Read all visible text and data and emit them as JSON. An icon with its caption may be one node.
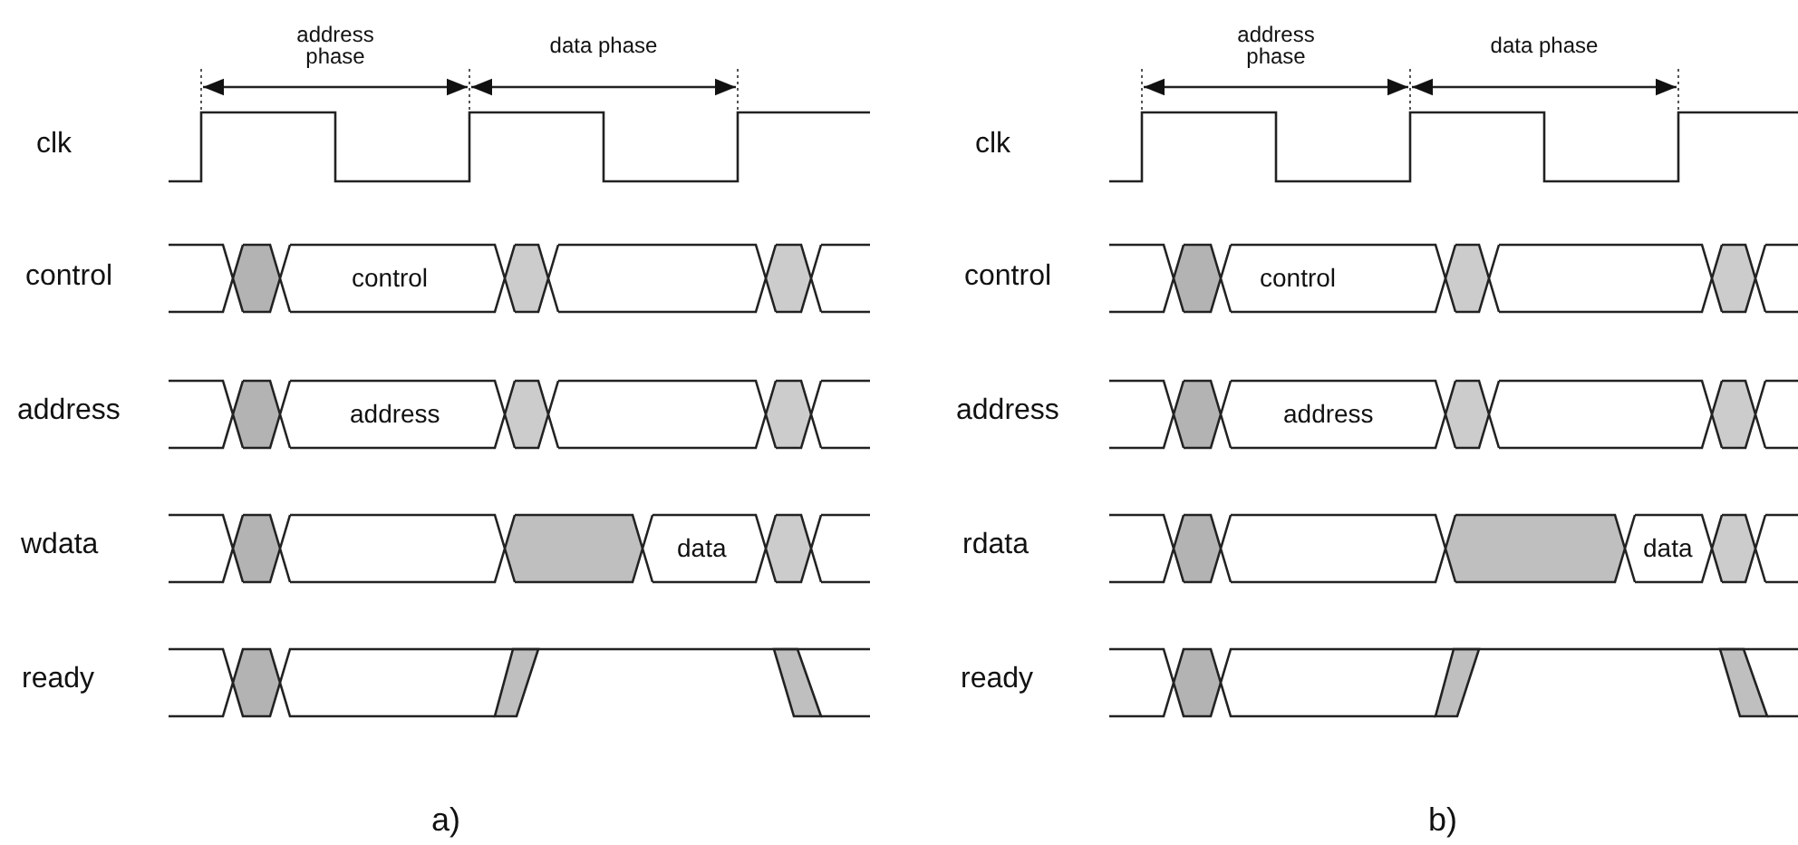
{
  "diagram": {
    "labels": [
      "address phase",
      "data phase",
      "clk",
      "control",
      "control",
      "address",
      "address",
      "wdata",
      "data",
      "ready",
      "a)",
      "address phase",
      "data phase",
      "clk",
      "control",
      "control",
      "address",
      "address",
      "rdata",
      "data",
      "ready",
      "b)"
    ]
  }
}
